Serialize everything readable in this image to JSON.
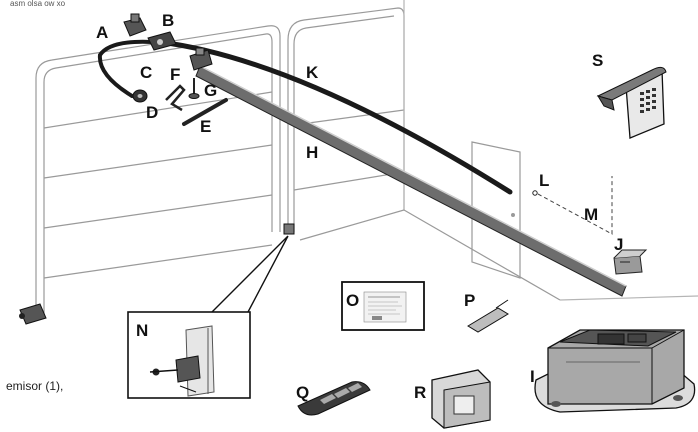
{
  "figure": {
    "top_clipped_text": "asm   olsa   ow   xo",
    "caption": "emisor  (1),",
    "labels": {
      "A": "A",
      "B": "B",
      "C": "C",
      "D": "D",
      "E": "E",
      "F": "F",
      "G": "G",
      "H": "H",
      "I": "I",
      "J": "J",
      "K": "K",
      "L": "L",
      "M": "M",
      "N": "N",
      "O": "O",
      "P": "P",
      "Q": "Q",
      "R": "R",
      "S": "S"
    }
  },
  "colors": {
    "line": "#222222",
    "gray": "#9a9a9a",
    "light_gray": "#cfcfcf",
    "rail": "#333333",
    "cable": "#1a1a1a"
  },
  "icons": {
    "opener": "opener-unit-icon",
    "remote": "remote-transmitter-icon",
    "keypad": "wall-keypad-icon",
    "console": "wall-console-icon",
    "sensor": "safety-sensor-icon",
    "manual": "manual-document-icon"
  }
}
